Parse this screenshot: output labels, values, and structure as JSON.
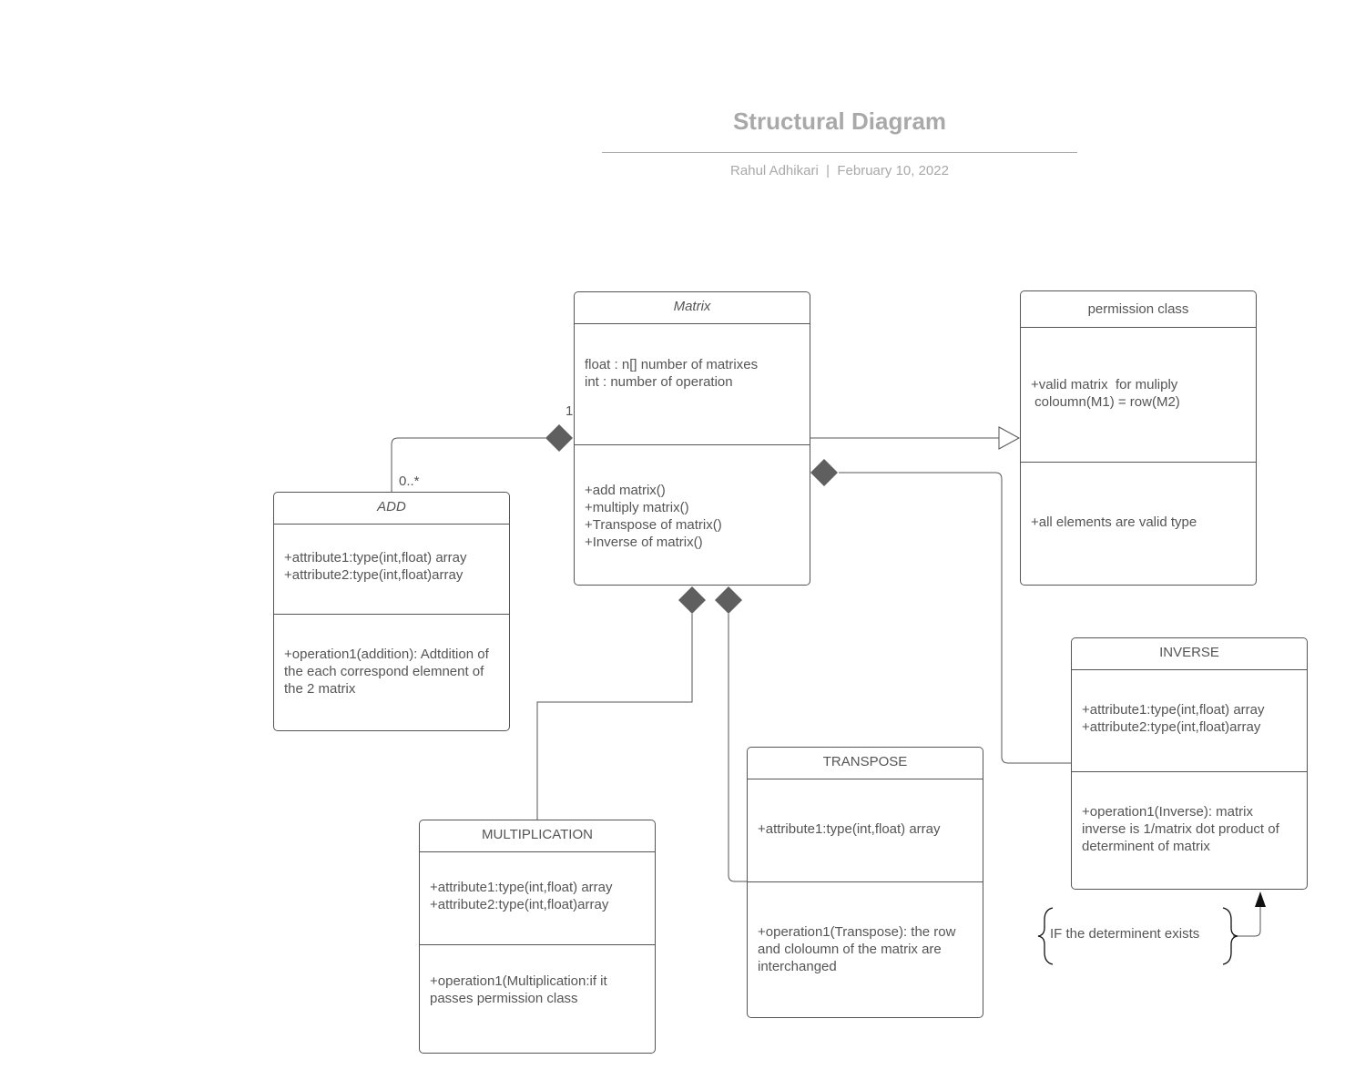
{
  "header": {
    "title": "Structural Diagram",
    "author": "Rahul Adhikari",
    "separator": "|",
    "date": "February 10, 2022"
  },
  "classes": {
    "matrix": {
      "name": "Matrix",
      "attributes": [
        "float : n[] number of matrixes",
        "int : number of operation"
      ],
      "operations": [
        "+add matrix()",
        "+multiply matrix()",
        "+Transpose of matrix()",
        "+Inverse of matrix()"
      ]
    },
    "permission": {
      "name": "permission class",
      "attributes": [
        "+valid matrix  for muliply",
        " coloumn(M1) = row(M2)"
      ],
      "operations": [
        "+all elements are valid type"
      ]
    },
    "add": {
      "name": "ADD",
      "attributes": [
        "+attribute1:type(int,float) array",
        "+attribute2:type(int,float)array"
      ],
      "operations": [
        "+operation1(addition): Adtdition of the each correspond elemnent of the 2 matrix"
      ]
    },
    "inverse": {
      "name": "INVERSE",
      "attributes": [
        "+attribute1:type(int,float) array",
        "+attribute2:type(int,float)array"
      ],
      "operations": [
        "+operation1(Inverse): matrix inverse is 1/matrix dot product of determinent of matrix"
      ]
    },
    "transpose": {
      "name": "TRANSPOSE",
      "attributes": [
        "+attribute1:type(int,float) array"
      ],
      "operations": [
        "+operation1(Transpose): the row and cloloumn of the matrix are interchanged"
      ]
    },
    "multiplication": {
      "name": "MULTIPLICATION",
      "attributes": [
        "+attribute1:type(int,float) array",
        "+attribute2:type(int,float)array"
      ],
      "operations": [
        "+operation1(Multiplication:if it passes permission class"
      ]
    }
  },
  "multiplicity": {
    "matrix_end": "1",
    "add_end": "0..*"
  },
  "note": {
    "text": "IF the determinent exists"
  },
  "colors": {
    "line": "#555555",
    "diamond": "#5f5f5f",
    "title": "#a9a9a9"
  }
}
